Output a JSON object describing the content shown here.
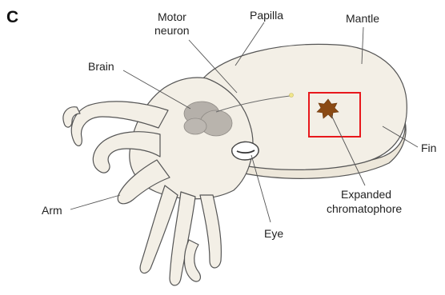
{
  "panel_letter": "C",
  "labels": {
    "motor_neuron_line1": "Motor",
    "motor_neuron_line2": "neuron",
    "papilla": "Papilla",
    "mantle": "Mantle",
    "brain": "Brain",
    "fin": "Fin",
    "arm": "Arm",
    "eye": "Eye",
    "expanded_chromatophore_line1": "Expanded",
    "expanded_chromatophore_line2": "chromatophore"
  },
  "colors": {
    "body": "#f3efe6",
    "outline": "#555555",
    "brain": "#b5b0aa",
    "chromatophore": "#8a4a14",
    "highlight_box": "#e8181c",
    "neuron_dot": "#f0e68c"
  }
}
